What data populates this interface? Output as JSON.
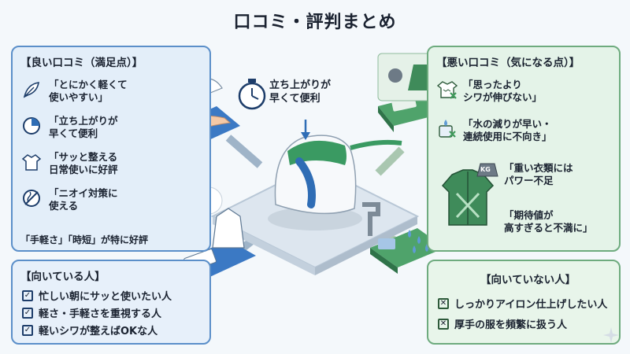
{
  "title": "口コミ・評判まとめ",
  "good": {
    "title": "【良い口コミ（満足点）】",
    "items": [
      {
        "icon": "feather-icon",
        "text": "「とにかく軽くて\n使いやすい」"
      },
      {
        "icon": "clock-icon",
        "text": "「立ち上がりが\n早くて便利"
      },
      {
        "icon": "shirt-icon",
        "text": "「サッと整える\n日常使いに好評"
      },
      {
        "icon": "no-odor-icon",
        "text": "「ニオイ対策に\n使える"
      }
    ],
    "summary": "「手軽さ」「時短」が特に好評"
  },
  "bad": {
    "title": "【悪い口コミ（気になる点）】",
    "items": [
      {
        "icon": "wrinkled-shirt-x-icon",
        "text": "「思ったより\nシワが伸びない」"
      },
      {
        "icon": "water-tank-x-icon",
        "text": "「水の減りが早い・\n連続使用に不向き」"
      },
      {
        "icon": "heavy-jacket-kg-icon",
        "text": "「重い衣類には\nパワー不足"
      },
      {
        "icon": "",
        "text": "「期待値が\n高すぎると不満に」"
      }
    ],
    "kg_label": "KG"
  },
  "center": {
    "label": "立ち上がりが\n早くて便利"
  },
  "for_people": {
    "title": "【向いている人】",
    "items": [
      "忙しい朝にサッと使いたい人",
      "軽さ・手軽さを重視する人",
      "軽いシワが整えばOKな人"
    ]
  },
  "not_for_people": {
    "title": "【向いていない人】",
    "items": [
      "しっかりアイロン仕上げしたい人",
      "厚手の服を頻繁に扱う人"
    ]
  },
  "colors": {
    "blue_accent": "#2f6db5",
    "green_accent": "#3e9a5a",
    "steamer_green": "#3a9a62"
  }
}
